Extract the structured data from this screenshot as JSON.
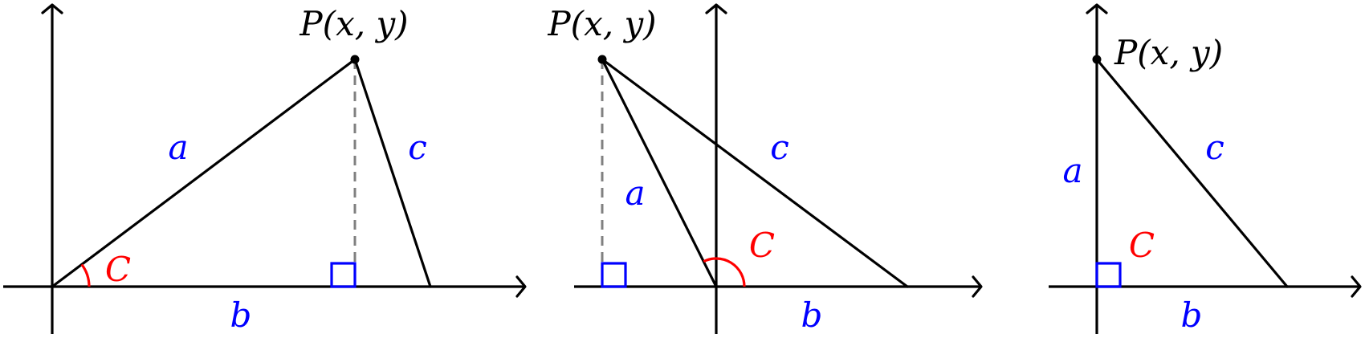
{
  "diagrams": [
    {
      "point_label": "P(x, y)",
      "side_a": "a",
      "side_b": "b",
      "side_c": "c",
      "angle_label": "C"
    },
    {
      "point_label": "P(x, y)",
      "side_a": "a",
      "side_b": "b",
      "side_c": "c",
      "angle_label": "C"
    },
    {
      "point_label": "P(x, y)",
      "side_a": "a",
      "side_b": "b",
      "side_c": "c",
      "angle_label": "C"
    }
  ],
  "colors": {
    "side_labels": "#0000ff",
    "angle": "#ff0000",
    "right_angle_marker": "#0000ff",
    "dashed_altitude": "#808080",
    "lines": "#000000"
  }
}
